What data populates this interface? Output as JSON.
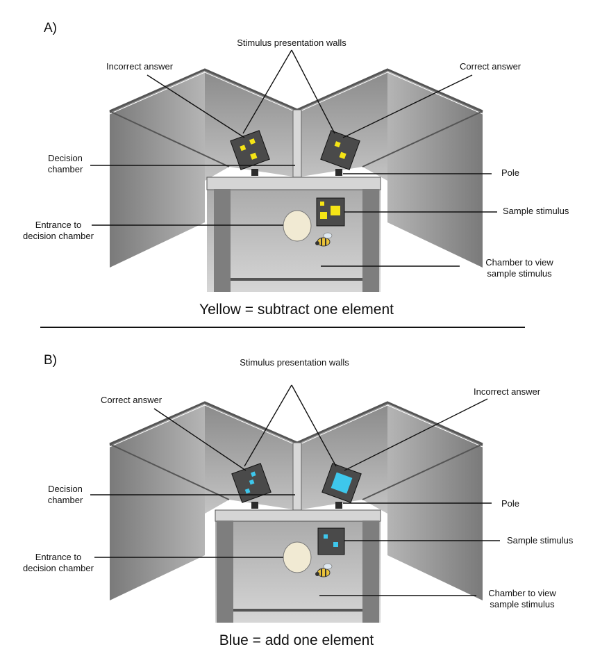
{
  "panels": [
    {
      "letter": "A)",
      "title": "Stimulus presentation walls",
      "left_answer": "Incorrect answer",
      "right_answer": "Correct answer",
      "decision_chamber": "Decision\nchamber",
      "pole": "Pole",
      "sample_stimulus": "Sample stimulus",
      "entrance": "Entrance to\ndecision chamber",
      "view_chamber": "Chamber to view\nsample stimulus",
      "caption": "Yellow = subtract one element",
      "stimulus_color": "#f5e416"
    },
    {
      "letter": "B)",
      "title": "Stimulus presentation walls",
      "left_answer": "Correct answer",
      "right_answer": "Incorrect answer",
      "decision_chamber": "Decision\nchamber",
      "pole": "Pole",
      "sample_stimulus": "Sample stimulus",
      "entrance": "Entrance to\ndecision chamber",
      "view_chamber": "Chamber to view\nsample stimulus",
      "caption": "Blue = add one element",
      "stimulus_color": "#3ec7ec"
    }
  ]
}
